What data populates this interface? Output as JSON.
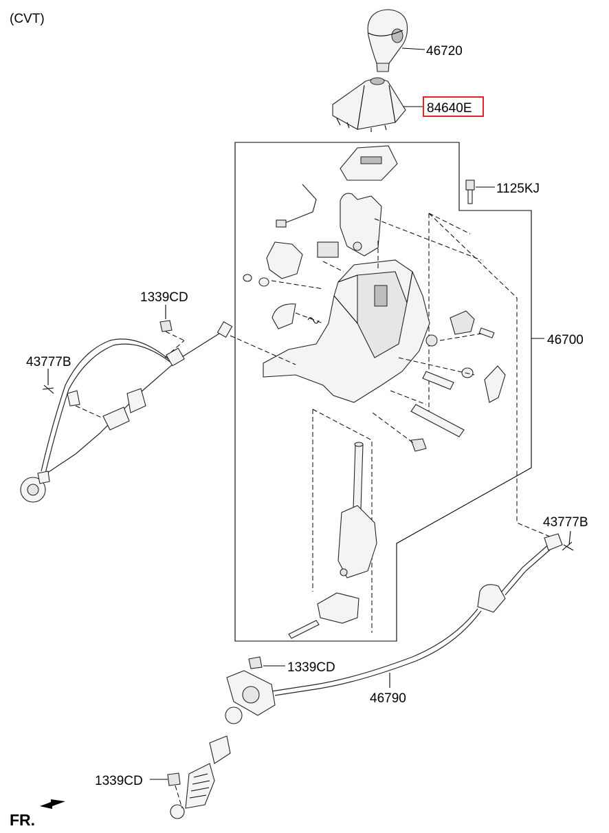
{
  "variant": "(CVT)",
  "front_marker": "FR.",
  "highlight_color": "#e8202a",
  "parts": [
    {
      "number": "46720",
      "name": "shift-knob"
    },
    {
      "number": "84640E",
      "name": "boot-cover",
      "highlighted": true
    },
    {
      "number": "1125KJ",
      "name": "bolt"
    },
    {
      "number": "46700",
      "name": "shift-lever-assembly"
    },
    {
      "number": "1339CD",
      "name": "nut-upper-left"
    },
    {
      "number": "43777B",
      "name": "clip-left"
    },
    {
      "number": "43777B",
      "name": "clip-right"
    },
    {
      "number": "1339CD",
      "name": "nut-middle"
    },
    {
      "number": "46790",
      "name": "shift-cable"
    },
    {
      "number": "1339CD",
      "name": "nut-lower"
    }
  ]
}
